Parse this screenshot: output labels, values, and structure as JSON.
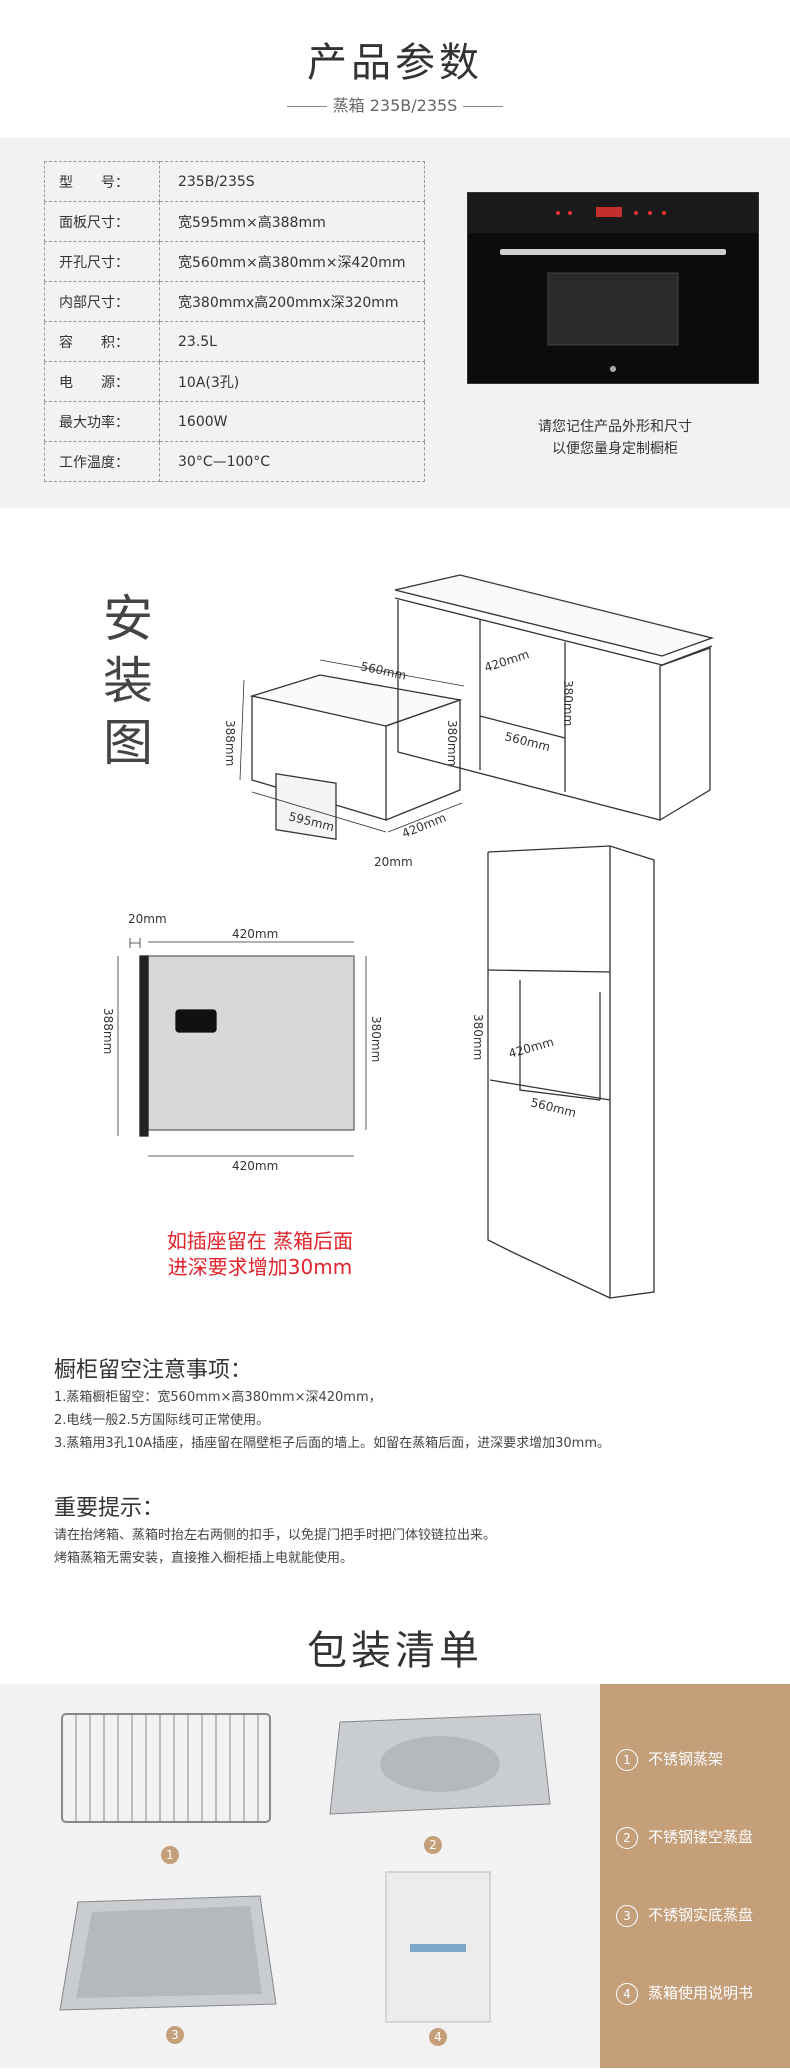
{
  "header": {
    "title": "产品参数",
    "subtitle": "蒸箱 235B/235S"
  },
  "params": {
    "rows": [
      {
        "k": "型　　号：",
        "v": "235B/235S"
      },
      {
        "k": "面板尺寸：",
        "v": "宽595mm×高388mm"
      },
      {
        "k": "开孔尺寸：",
        "v": "宽560mm×高380mm×深420mm"
      },
      {
        "k": "内部尺寸：",
        "v": "宽380mmx高200mmx深320mm"
      },
      {
        "k": "容　　积：",
        "v": "23.5L"
      },
      {
        "k": "电　　源：",
        "v": "10A(3孔)"
      },
      {
        "k": "最大功率：",
        "v": "1600W"
      },
      {
        "k": "工作温度：",
        "v": "30°C—100°C"
      }
    ],
    "note_line1": "请您记住产品外形和尺寸",
    "note_line2": "以便您量身定制橱柜"
  },
  "install": {
    "label": [
      "安",
      "装",
      "图"
    ],
    "dims": {
      "d560": "560mm",
      "d388": "388mm",
      "d380": "380mm",
      "d595": "595mm",
      "d420": "420mm",
      "d20": "20mm",
      "c420": "420mm",
      "c380": "380mm",
      "c560": "560mm",
      "s20": "20mm",
      "s420top": "420mm",
      "s388": "388mm",
      "s380": "380mm",
      "s420bot": "420mm",
      "t380": "380mm",
      "t420": "420mm",
      "t560": "560mm"
    },
    "red_note_line1": "如插座留在 蒸箱后面",
    "red_note_line2": "进深要求增加30mm"
  },
  "cabinet_notes": {
    "title": "橱柜留空注意事项：",
    "items": [
      "1.蒸箱橱柜留空：宽560mm×高380mm×深420mm，",
      "2.电线一般2.5方国际线可正常使用。",
      "3.蒸箱用3孔10A插座，插座留在隔壁柜子后面的墙上。如留在蒸箱后面，进深要求增加30mm。"
    ]
  },
  "important": {
    "title": "重要提示：",
    "lines": [
      "请在抬烤箱、蒸箱时抬左右两侧的扣手，以免提门把手时把门体铰链拉出来。",
      "烤箱蒸箱无需安装，直接推入橱柜插上电就能使用。"
    ]
  },
  "packing": {
    "title": "包装清单",
    "items": [
      {
        "num": "1",
        "label": "不锈钢蒸架"
      },
      {
        "num": "2",
        "label": "不锈钢镂空蒸盘"
      },
      {
        "num": "3",
        "label": "不锈钢实底蒸盘"
      },
      {
        "num": "4",
        "label": "蒸箱使用说明书"
      }
    ],
    "accent_color": "#c49f7a"
  }
}
